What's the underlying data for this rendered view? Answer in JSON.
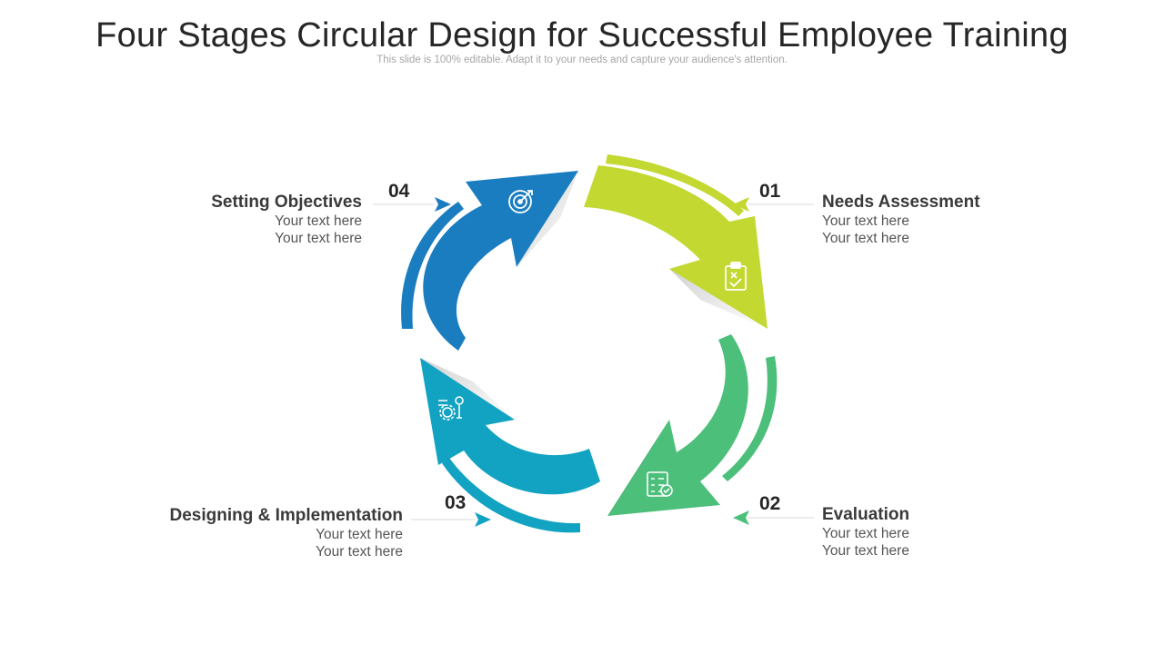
{
  "header": {
    "title": "Four Stages Circular Design for Successful Employee Training",
    "subtitle": "This slide is 100% editable. Adapt it to your needs and capture your audience's attention."
  },
  "colors": {
    "stage1": "#c3d831",
    "stage2": "#4cbf7b",
    "stage3": "#12a3c2",
    "stage4": "#1a7dc0"
  },
  "stages": [
    {
      "number": "01",
      "name": "Needs Assessment",
      "text1": "Your text here",
      "text2": "Your text here",
      "icon": "clipboard-check-icon"
    },
    {
      "number": "02",
      "name": "Evaluation",
      "text1": "Your text here",
      "text2": "Your text here",
      "icon": "checklist-search-icon"
    },
    {
      "number": "03",
      "name": "Designing & Implementation",
      "text1": "Your text here",
      "text2": "Your text here",
      "icon": "gear-idea-icon"
    },
    {
      "number": "04",
      "name": "Setting Objectives",
      "text1": "Your text here",
      "text2": "Your text here",
      "icon": "target-icon"
    }
  ]
}
